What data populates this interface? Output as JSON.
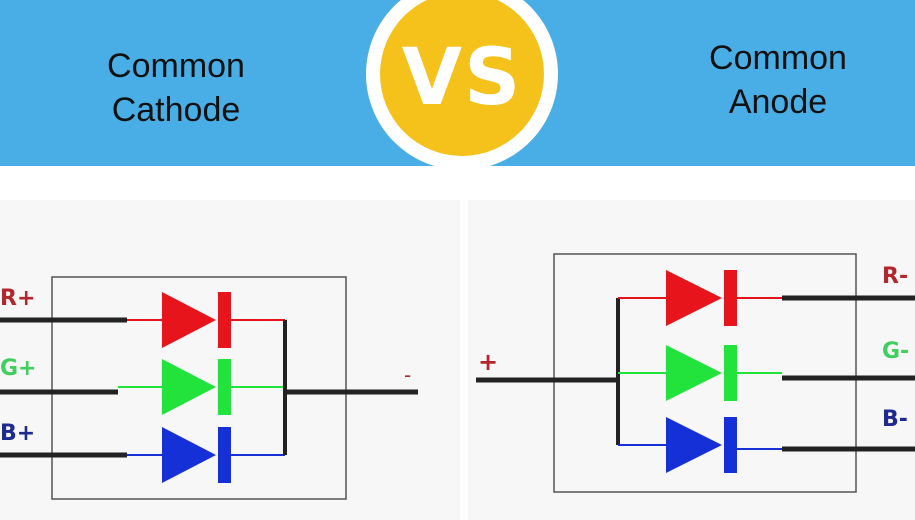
{
  "header": {
    "left_title_line1": "Common",
    "left_title_line2": "Cathode",
    "vs": "VS",
    "right_title_line1": "Common",
    "right_title_line2": "Anode"
  },
  "left_diagram": {
    "labels": {
      "red": "R+",
      "green": "G+",
      "blue": "B+",
      "common": "-"
    }
  },
  "right_diagram": {
    "labels": {
      "red": "R-",
      "green": "G-",
      "blue": "B-",
      "common": "+"
    }
  },
  "colors": {
    "banner": "#4aaee6",
    "vs_disc": "#f5c21b",
    "red": "#e8141b",
    "green": "#22e23c",
    "blue": "#1430d6",
    "red_label": "#b3262e",
    "green_label": "#3fcf5c",
    "blue_label": "#1d2a8f",
    "wire": "#222222"
  }
}
